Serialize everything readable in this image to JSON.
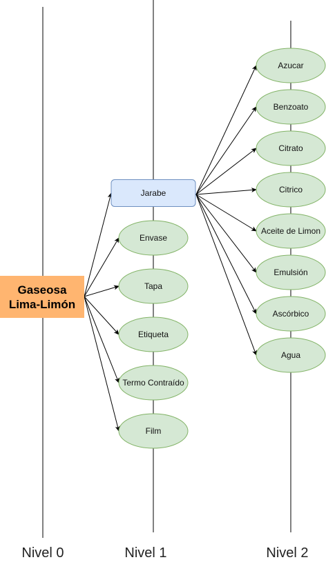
{
  "colors": {
    "ellipse_fill": "#d5e8d4",
    "ellipse_stroke": "#82b366",
    "rect_fill": "#dae8fc",
    "rect_stroke": "#6c8ebf",
    "root_fill": "#ffb570",
    "line": "#000000"
  },
  "levels": [
    "Nivel 0",
    "Nivel 1",
    "Nivel 2"
  ],
  "root": {
    "line1": "Gaseosa",
    "line2": "Lima-Limón"
  },
  "level1": [
    "Jarabe",
    "Envase",
    "Tapa",
    "Etiqueta",
    "Termo Contraído",
    "Film"
  ],
  "level2": [
    "Azucar",
    "Benzoato",
    "Citrato",
    "Citrico",
    "Aceite de Limon",
    "Emulsión",
    "Ascórbico",
    "Agua"
  ]
}
